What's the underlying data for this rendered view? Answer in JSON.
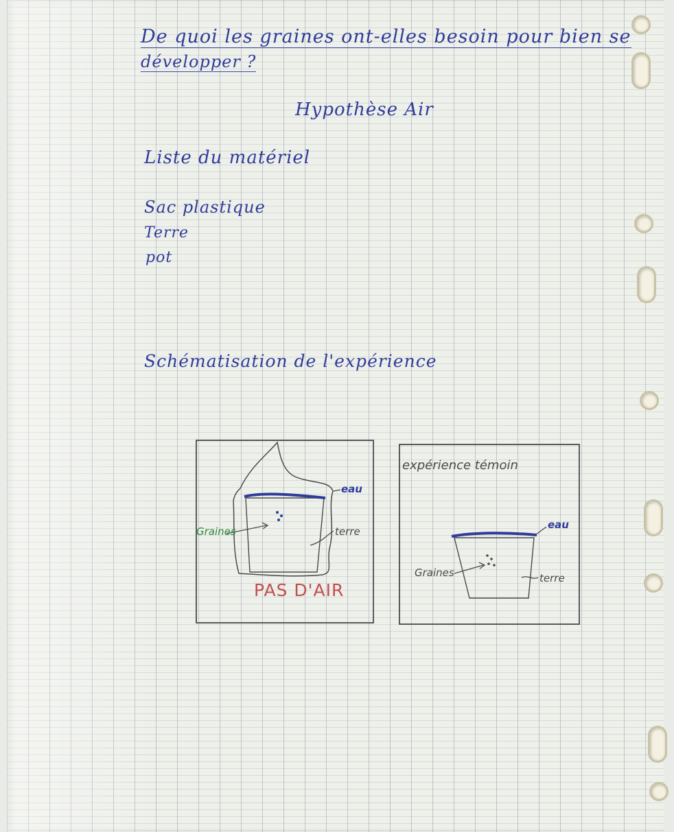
{
  "title_line1": "De quoi les graines ont-elles besoin pour bien se",
  "title_line2": "développer ?",
  "hypothesis": "Hypothèse Air",
  "materials_heading": "Liste du matériel",
  "materials": [
    "Sac plastique",
    "Terre",
    "pot"
  ],
  "schema_heading": "Schématisation de l'expérience",
  "experiment_left": {
    "label_seeds": "Graines",
    "label_soil": "terre",
    "label_water": "eau",
    "caption": "PAS D'AIR"
  },
  "experiment_right": {
    "title": "expérience témoin",
    "label_seeds": "Graines",
    "label_soil": "terre",
    "label_water": "eau"
  },
  "colors": {
    "ink_blue": "#2f3c9a",
    "ink_green": "#2c8a3a",
    "ink_red": "#c0504d",
    "pencil": "#4a4a4a"
  }
}
